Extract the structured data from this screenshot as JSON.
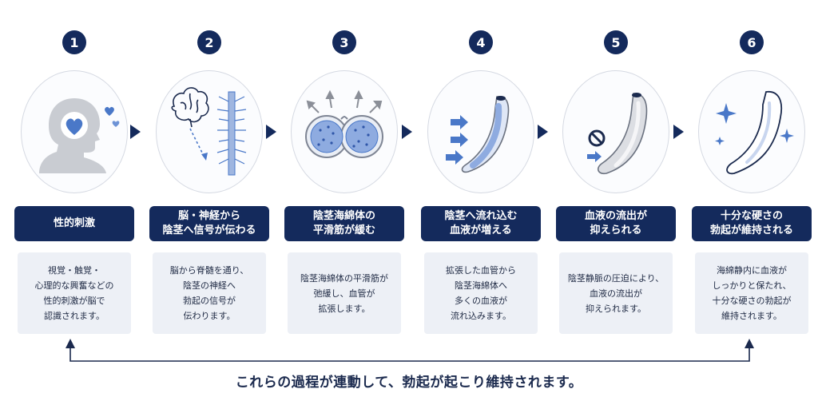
{
  "steps": [
    {
      "number": "1",
      "title": "性的刺激",
      "desc": "視覚・触覚・\n心理的な興奮などの\n性的刺激が脳で\n認識されます。"
    },
    {
      "number": "2",
      "title": "脳・神経から\n陰茎へ信号が伝わる",
      "desc": "脳から脊髄を通り、\n陰茎の神経へ\n勃起の信号が\n伝わります。"
    },
    {
      "number": "3",
      "title": "陰茎海綿体の\n平滑筋が緩む",
      "desc": "陰茎海綿体の平滑筋が\n弛緩し、血管が\n拡張します。"
    },
    {
      "number": "4",
      "title": "陰茎へ流れ込む\n血液が増える",
      "desc": "拡張した血管から\n陰茎海綿体へ\n多くの血液が\n流れ込みます。"
    },
    {
      "number": "5",
      "title": "血液の流出が\n抑えられる",
      "desc": "陰茎静脈の圧迫により、\n血液の流出が\n抑えられます。"
    },
    {
      "number": "6",
      "title": "十分な硬さの\n勃起が維持される",
      "desc": "海綿静内に血液が\nしっかりと保たれ、\n十分な硬さの勃起が\n維持されます。"
    }
  ],
  "footer": "これらの過程が連動して、勃起が起こり維持されます。",
  "colors": {
    "navy": "#142a5c",
    "accent": "#4a78c8",
    "panel": "#edf0f6"
  },
  "icons": [
    "head-heart-icon",
    "brain-nerve-icon",
    "corpus-cavernosum-icon",
    "blood-inflow-icon",
    "outflow-blocked-icon",
    "sustained-erection-icon"
  ]
}
